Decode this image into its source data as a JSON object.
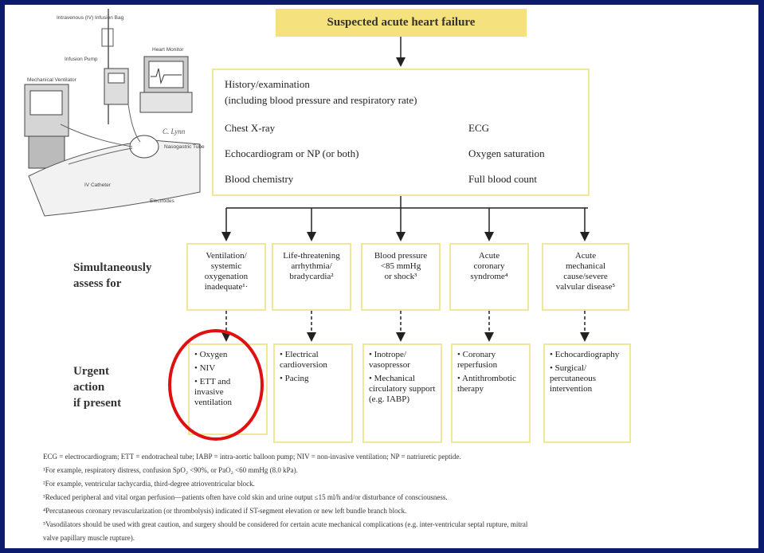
{
  "title": "Suspected acute heart failure",
  "history": {
    "header1": "History/examination",
    "header2": "(including blood pressure and respiratory rate)",
    "left": [
      "Chest X-ray",
      "Echocardiogram or NP (or both)",
      "Blood chemistry"
    ],
    "right": [
      "ECG",
      "Oxygen saturation",
      "Full blood count"
    ]
  },
  "row_labels": {
    "assess": [
      "Simultaneously",
      "assess for"
    ],
    "urgent": [
      "Urgent",
      "action",
      "if present"
    ]
  },
  "assess": [
    [
      "Ventilation/",
      "systemic",
      "oxygenation",
      "inadequate¹·"
    ],
    [
      "Life-threatening",
      "arrhythmia/",
      "bradycardia²"
    ],
    [
      "Blood pressure",
      "<85 mmHg",
      "or shock³"
    ],
    [
      "Acute",
      "coronary",
      "syndrome⁴"
    ],
    [
      "Acute",
      "mechanical",
      "cause/severe",
      "valvular disease⁵"
    ]
  ],
  "actions": [
    [
      "• Oxygen",
      "• NIV",
      "• ETT and invasive ventilation"
    ],
    [
      "• Electrical cardioversion",
      "• Pacing"
    ],
    [
      "• Inotrope/ vasopressor",
      "• Mechanical circulatory support (e.g. IABP)"
    ],
    [
      "• Coronary reperfusion",
      "• Antithrombotic therapy"
    ],
    [
      "• Echocardiography",
      "• Surgical/ percutaneous intervention"
    ]
  ],
  "footnotes": [
    "ECG = electrocardiogram; ETT = endotracheal tube; IABP = intra-aortic balloon pump; NIV = non-invasive ventilation; NP = natriuretic peptide.",
    "¹For example, respiratory distress, confusion SpO₂ <90%, or PaO₂ <60 mmHg (8.0 kPa).",
    "²For example, ventricular tachycardia, third-degree atrioventricular block.",
    "³Reduced peripheral and vital organ perfusion—patients often have cold skin and urine output ≤15 ml/h and/or disturbance of consciousness.",
    "⁴Percutaneous coronary revascularization (or thrombolysis) indicated if ST-segment elevation or new left bundle branch block.",
    "⁵Vasodilators should be used with great caution, and surgery should be considered for certain acute mechanical complications (e.g. inter-ventricular septal rupture, mitral",
    "valve papillary muscle rupture)."
  ],
  "illustration": {
    "labels": [
      "Intravenous (IV) Infusion Bag",
      "Infusion Pump",
      "Heart Monitor",
      "Mechanical Ventilator",
      "Nasogastric Tube",
      "IV Catheter",
      "Electrodes"
    ],
    "signature": "C. Lynn"
  },
  "colors": {
    "frame": "#0d1b6e",
    "title_fill": "#f5e27e",
    "box_border": "#f0e79a",
    "highlight": "#e01010"
  }
}
